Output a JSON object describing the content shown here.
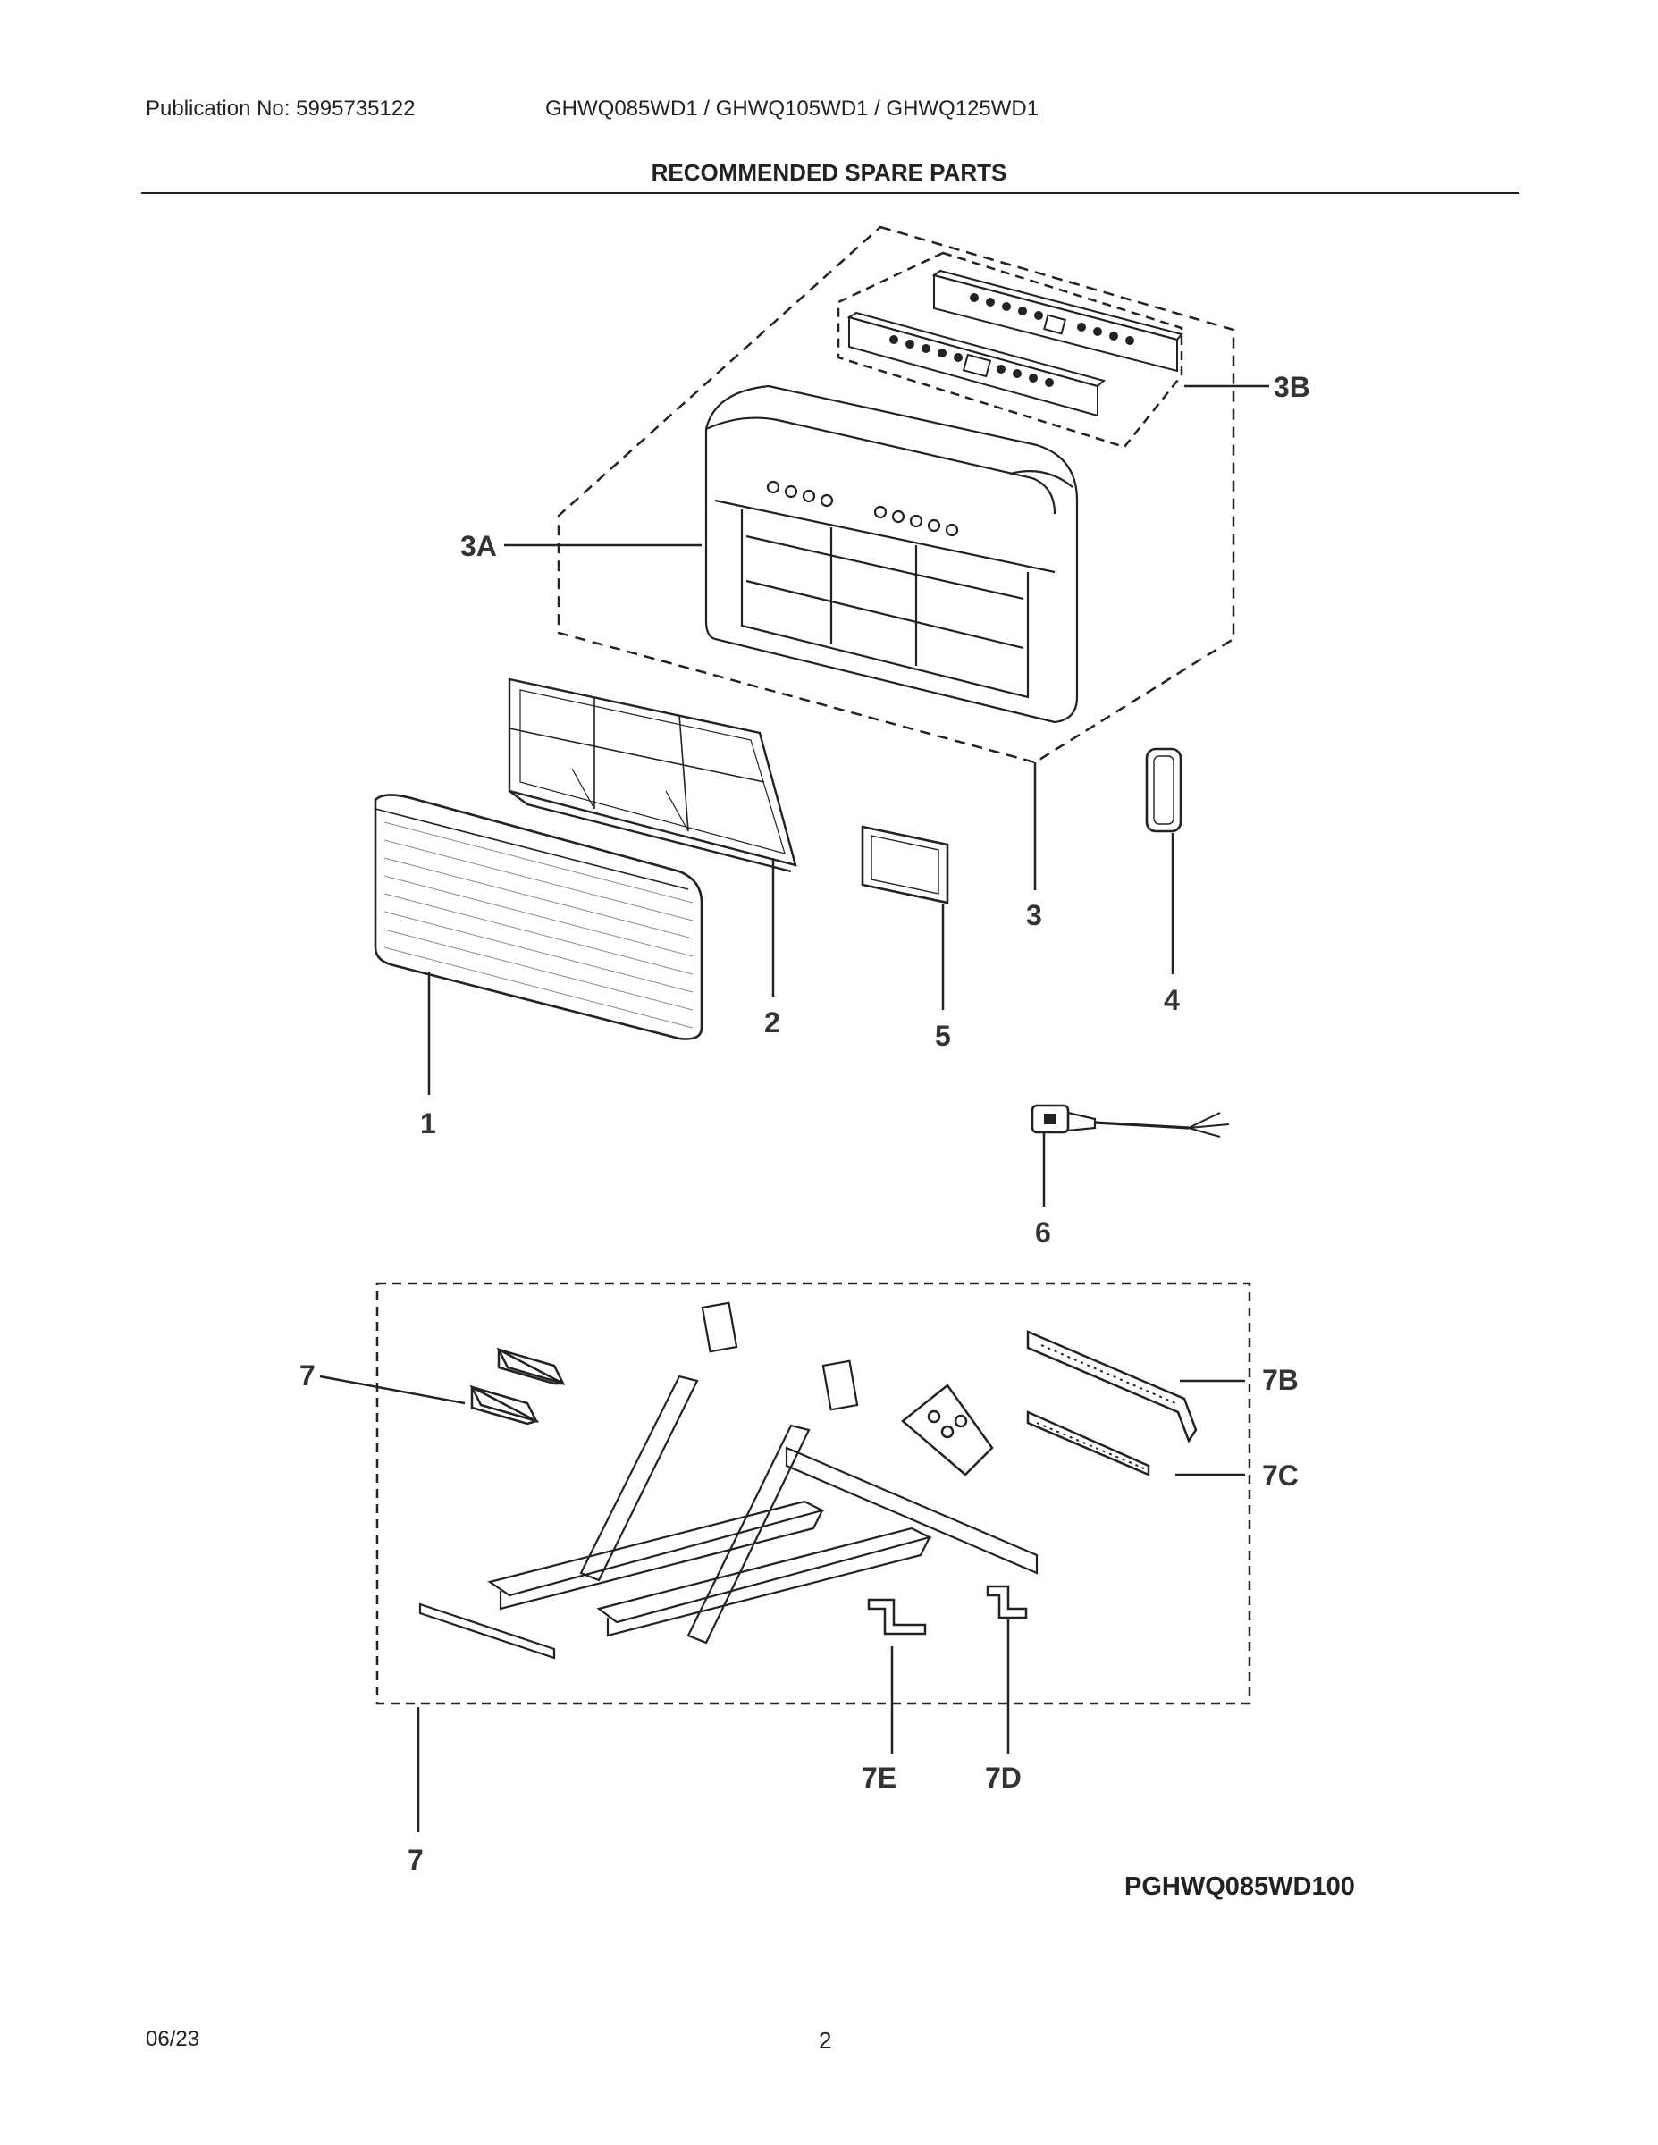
{
  "header": {
    "publication": "Publication No: 5995735122",
    "models": "GHWQ085WD1 / GHWQ105WD1 / GHWQ125WD1",
    "title": "RECOMMENDED SPARE PARTS"
  },
  "parts": {
    "p3B": "3B",
    "p3A": "3A",
    "p3": "3",
    "p4": "4",
    "p2": "2",
    "p5": "5",
    "p1": "1",
    "p6": "6",
    "p7a": "7",
    "p7B": "7B",
    "p7C": "7C",
    "p7E": "7E",
    "p7D": "7D",
    "p7b": "7"
  },
  "footer": {
    "drawing_code": "PGHWQ085WD100",
    "date": "06/23",
    "page": "2"
  }
}
